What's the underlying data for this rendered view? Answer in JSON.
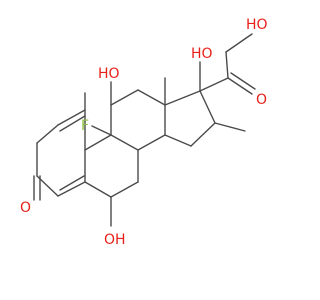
{
  "molecule": {
    "atoms": {
      "ketone_o": "O",
      "oh_c6": "OH",
      "fluorine": "F",
      "oh_c11": "HO",
      "oh_c17": "HO",
      "oh_c21": "HO",
      "ketone_o_c20": "O",
      "me_c10": "Me",
      "me_c13": "Me"
    },
    "colors": {
      "bond": "#4a4a4a",
      "oxygen": "#e8201a",
      "fluorine": "#8cbf3f",
      "background": "#ffffff"
    }
  }
}
